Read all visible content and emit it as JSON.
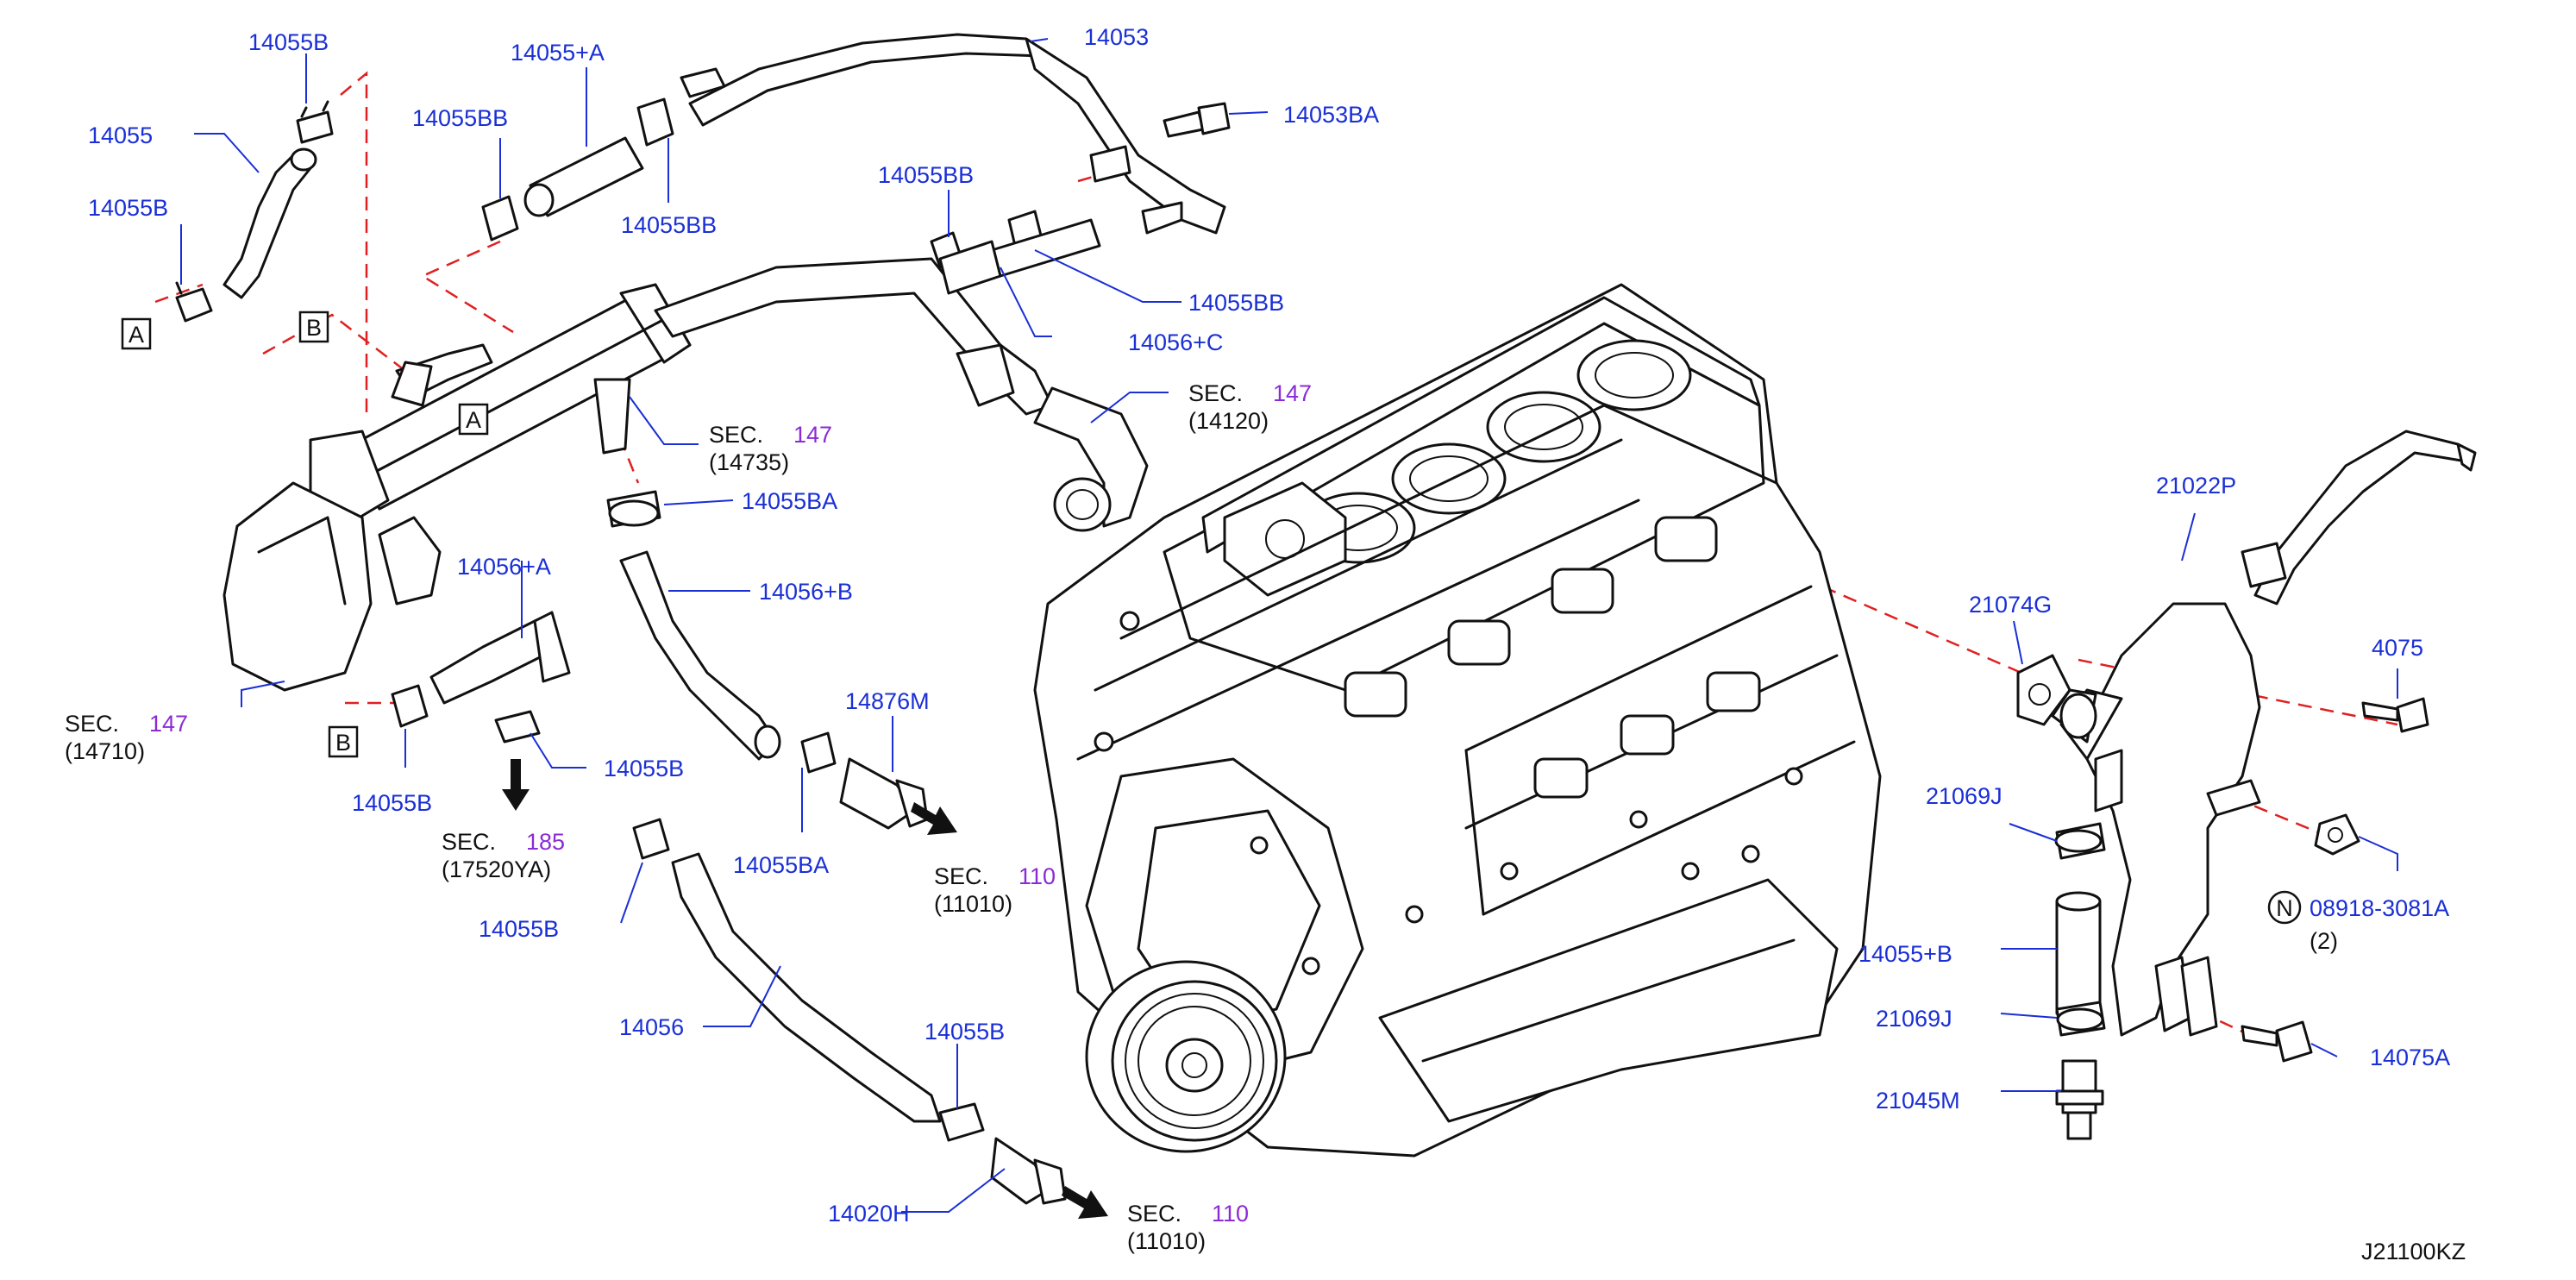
{
  "parts": {
    "p14055b_top": "14055B",
    "p14055_left": "14055",
    "p14055b_left": "14055B",
    "p14055a_plus": "14055+A",
    "p14055bb_a": "14055BB",
    "p14055bb_b": "14055BB",
    "p14053": "14053",
    "p14053ba": "14053BA",
    "p14055bb_c": "14055BB",
    "p14055bb_d": "14055BB",
    "p14056c": "14056+C",
    "p14055ba_a": "14055BA",
    "p14056a": "14056+A",
    "p14056b": "14056+B",
    "p14055b_mid": "14055B",
    "p14055b_lower": "14055B",
    "p14876m": "14876M",
    "p14055ba_b": "14055BA",
    "p14055b_bottom_left": "14055B",
    "p14056": "14056",
    "p14055b_bottom": "14055B",
    "p14020h": "14020H",
    "p21022p": "21022P",
    "p21074g": "21074G",
    "p14075_partial": "4075",
    "p21069j_a": "21069J",
    "p14055b_plus": "14055+B",
    "p21069j_b": "21069J",
    "p21045m": "21045M",
    "p08918": "08918-3081A",
    "p08918_qty": "(2)",
    "p14075a": "14075A",
    "diagram_code": "J21100KZ"
  },
  "sections": {
    "s1": {
      "prefix": "SEC.",
      "num": "147",
      "code": "(14735)"
    },
    "s2": {
      "prefix": "SEC.",
      "num": "147",
      "code": "(14120)"
    },
    "s3": {
      "prefix": "SEC.",
      "num": "147",
      "code": "(14710)"
    },
    "s4": {
      "prefix": "SEC.",
      "num": "185",
      "code": "(17520YA)"
    },
    "s5": {
      "prefix": "SEC.",
      "num": "110",
      "code": "(11010)"
    },
    "s6": {
      "prefix": "SEC.",
      "num": "110",
      "code": "(11010)"
    }
  },
  "markers": {
    "a1": "A",
    "a2": "A",
    "b1": "B",
    "b2": "B",
    "n1": "N"
  },
  "colors": {
    "part_number": "#1a2fd6",
    "section_number": "#8a2bd6",
    "reference_dash": "#e02020",
    "line_art": "#111111"
  }
}
